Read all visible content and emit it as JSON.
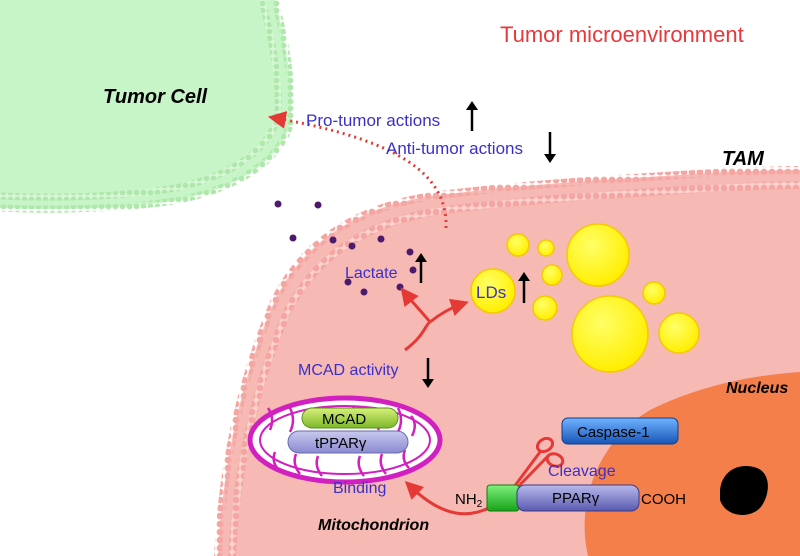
{
  "title": "Tumor microenvironment",
  "labels": {
    "tumor_cell": "Tumor Cell",
    "tam": "TAM",
    "pro_tumor": "Pro-tumor actions",
    "anti_tumor": "Anti-tumor actions",
    "lactate": "Lactate",
    "lds": "LDs",
    "mcad_activity": "MCAD activity",
    "mcad": "MCAD",
    "tppar": "tPPARγ",
    "binding": "Binding",
    "mitochondrion": "Mitochondrion",
    "nucleus": "Nucleus",
    "caspase": "Caspase-1",
    "cleavage": "Cleavage",
    "nh2": "NH",
    "nh2_sub": "2",
    "ppar": "PPARγ",
    "cooh": "COOH"
  },
  "colors": {
    "title": "#e8383b",
    "blue_text": "#3a30c8",
    "tumor_cell": "#c8f5c8",
    "tam_cell": "#f7b9b4",
    "nucleus": "#f57f4a",
    "lipid_droplet": "#ffff00",
    "mito_membrane": "#d21fc0",
    "arrow_red": "#e53935",
    "caspase": "#1f6fd6",
    "ppar": "#7f7fc8"
  },
  "indicators": {
    "pro_tumor": "up-arrow",
    "anti_tumor": "down-arrow",
    "lactate": "up-arrow",
    "lds": "up-arrow",
    "mcad_activity": "down-arrow"
  }
}
